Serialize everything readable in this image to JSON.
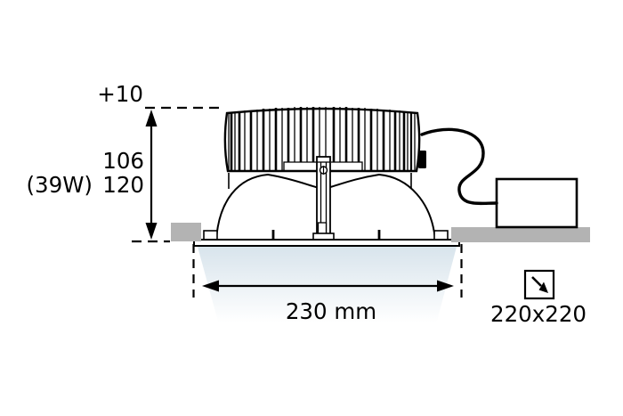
{
  "dimensions": {
    "protrusion_above_ceiling": "+10",
    "recess_depth_primary": "106",
    "power_rating": "(39W)",
    "recess_depth_secondary": "120",
    "visible_width": "230 mm",
    "ceiling_cutout": "220x220"
  },
  "colors": {
    "line": "#000000",
    "ceiling_gray": "#b3b3b3",
    "beam_top": "#d8e4ec",
    "beam_bottom": "#ffffff",
    "background": "#ffffff"
  },
  "icons": {
    "cutout_icon": "square-with-diagonal-arrow"
  }
}
